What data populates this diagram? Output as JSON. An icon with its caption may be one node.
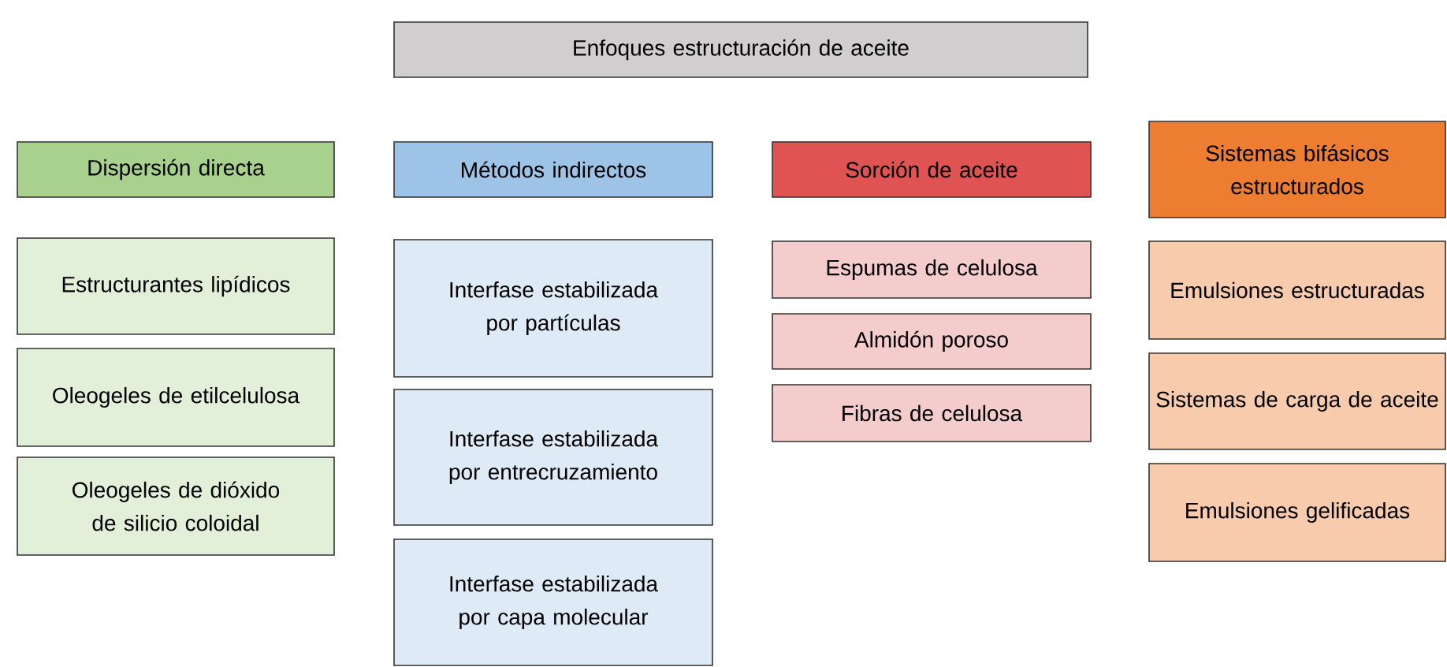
{
  "diagram": {
    "nodes": [
      {
        "text": [
          "Enfoques estructuración de aceite"
        ]
      },
      {
        "text": [
          "Dispersión directa"
        ]
      },
      {
        "text": [
          "Métodos indirectos"
        ]
      },
      {
        "text": [
          "Sorción de aceite"
        ]
      },
      {
        "text": [
          "Sistemas bifásicos estructurados"
        ]
      },
      {
        "text": [
          "Estructurantes lipídicos"
        ]
      },
      {
        "text": [
          "Oleogeles de etilcelulosa"
        ]
      },
      {
        "text": [
          "Oleogeles de dióxido de silicio coloidal"
        ]
      },
      {
        "text": [
          "Interfase estabilizada por partículas"
        ]
      },
      {
        "text": [
          "Interfase estabilizada por entrecruzamiento"
        ]
      },
      {
        "text": [
          "Interfase estabilizada por capa molecular"
        ]
      },
      {
        "text": [
          "Espumas de celulosa"
        ]
      },
      {
        "text": [
          "Almidón poroso"
        ]
      },
      {
        "text": [
          "Fibras de celulosa"
        ]
      },
      {
        "text": [
          "Emulsiones estructuradas"
        ]
      },
      {
        "text": [
          "Sistemas de carga de aceite"
        ]
      },
      {
        "text": [
          "Emulsiones gelificadas"
        ]
      }
    ]
  }
}
